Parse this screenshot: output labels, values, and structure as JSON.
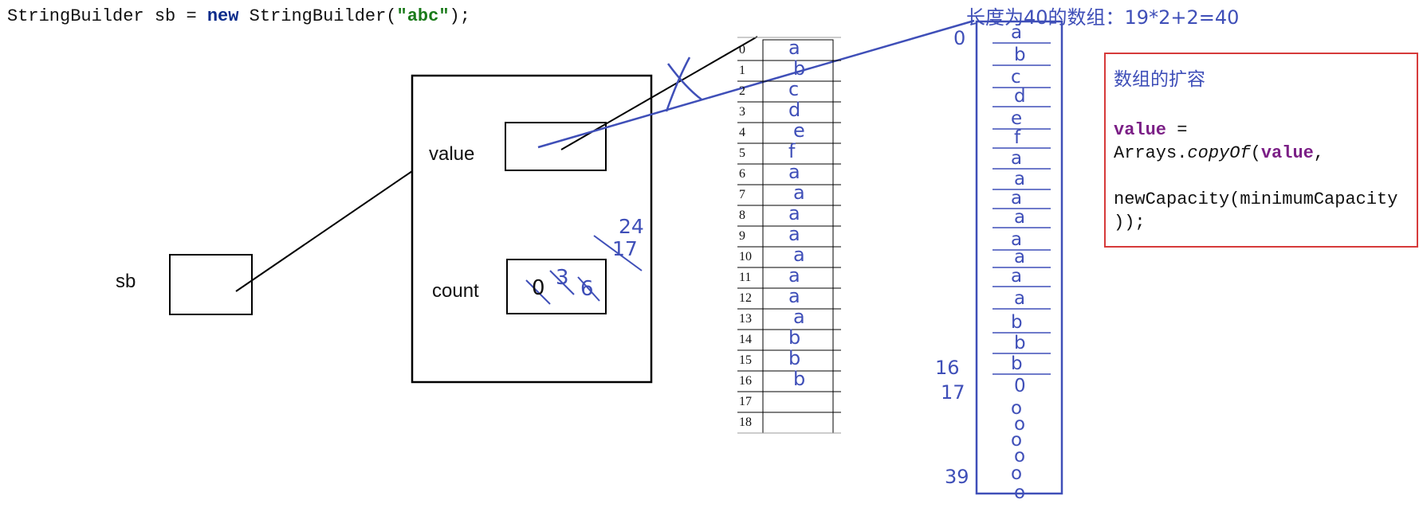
{
  "code_line": {
    "type": "StringBuilder",
    "var": "sb",
    "eq": "=",
    "keyword_new": "new",
    "ctor_open": "StringBuilder(",
    "literal": "\"abc\"",
    "close": ");"
  },
  "labels": {
    "sb": "sb",
    "value": "value",
    "count": "count"
  },
  "count_marks": {
    "values": [
      "0",
      "3",
      "6"
    ],
    "side_values": [
      "24",
      "17"
    ]
  },
  "old_array": {
    "indices": [
      "0",
      "1",
      "2",
      "3",
      "4",
      "5",
      "6",
      "7",
      "8",
      "9",
      "10",
      "11",
      "12",
      "13",
      "14",
      "15",
      "16",
      "17",
      "18"
    ],
    "cells": [
      "a",
      "b",
      "c",
      "d",
      "e",
      "f",
      "a",
      "a",
      "a",
      "a",
      "a",
      "a",
      "a",
      "a",
      "b",
      "b",
      "b",
      "",
      ""
    ]
  },
  "new_array": {
    "title": "长度为40的数组：19*2+2=40",
    "index_labels": {
      "first": "0",
      "mid1": "16",
      "mid2": "17",
      "last": "39"
    },
    "cells": [
      "a",
      "b",
      "c",
      "d",
      "e",
      "f",
      "a",
      "a",
      "a",
      "a",
      "a",
      "a",
      "a",
      "a",
      "b",
      "b",
      "b",
      "0",
      "o",
      "o",
      "o",
      "o",
      "o",
      "o"
    ]
  },
  "note": {
    "title": "数组的扩容",
    "line1_kw": "value",
    "line1_rest": " =",
    "line2_a": "Arrays.",
    "line2_method": "copyOf",
    "line2_b": "(",
    "line2_kw": "value",
    "line2_c": ",",
    "line3": "newCapacity(minimumCapacity",
    "line4": "));"
  },
  "colors": {
    "ink": "#3f4fb8",
    "frame": "#000000",
    "note_border": "#d63a3a"
  }
}
